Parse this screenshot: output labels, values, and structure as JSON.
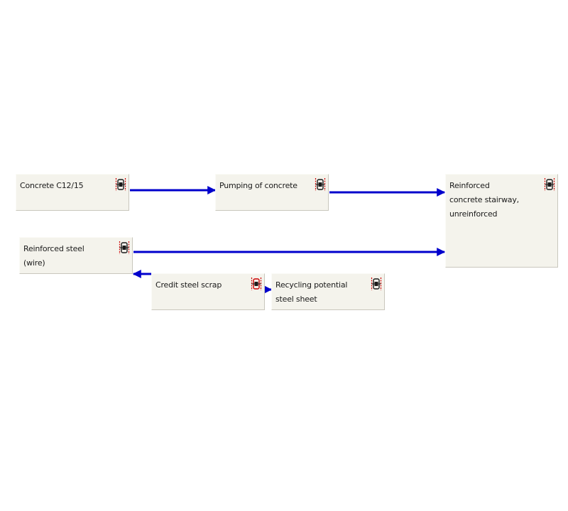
{
  "colors": {
    "node_fill": "#f4f3ec",
    "node_border": "#c9c7bd",
    "edge": "#0000cc",
    "icon_frame": "#cc0000",
    "icon_body": "#1a1a1a"
  },
  "nodes": [
    {
      "id": "n1",
      "label": "Concrete C12/15",
      "icon": "process-icon"
    },
    {
      "id": "n2",
      "label": "Pumping of concrete",
      "icon": "process-icon"
    },
    {
      "id": "n3",
      "label": "Reinforced\nconcrete stairway,\nunreinforced",
      "icon": "process-icon"
    },
    {
      "id": "n4",
      "label": "Reinforced steel\n(wire)",
      "icon": "process-icon"
    },
    {
      "id": "n5",
      "label": "Credit steel scrap",
      "icon": "credit-process-icon"
    },
    {
      "id": "n6",
      "label": "Recycling potential\nsteel sheet",
      "icon": "process-icon"
    }
  ],
  "edges": [
    {
      "from": "Concrete C12/15",
      "to": "Pumping of concrete"
    },
    {
      "from": "Pumping of concrete",
      "to": "Reinforced concrete stairway, unreinforced"
    },
    {
      "from": "Reinforced steel (wire)",
      "to": "Reinforced concrete stairway, unreinforced"
    },
    {
      "from": "Credit steel scrap",
      "to": "Reinforced steel (wire)"
    },
    {
      "from": "Credit steel scrap",
      "to": "Recycling potential steel sheet"
    }
  ]
}
